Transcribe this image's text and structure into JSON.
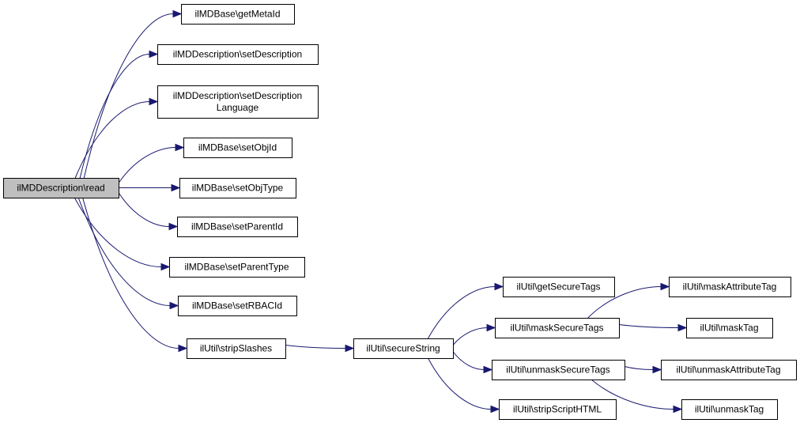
{
  "nodes": {
    "read": "ilMDDescription\\read",
    "getMetaId": "ilMDBase\\getMetaId",
    "setDescription": "ilMDDescription\\setDescription",
    "setDescriptionLanguage": [
      "ilMDDescription\\setDescription",
      "Language"
    ],
    "setObjId": "ilMDBase\\setObjId",
    "setObjType": "ilMDBase\\setObjType",
    "setParentId": "ilMDBase\\setParentId",
    "setParentType": "ilMDBase\\setParentType",
    "setRBACId": "ilMDBase\\setRBACId",
    "stripSlashes": "ilUtil\\stripSlashes",
    "secureString": "ilUtil\\secureString",
    "getSecureTags": "ilUtil\\getSecureTags",
    "maskSecureTags": "ilUtil\\maskSecureTags",
    "unmaskSecureTags": "ilUtil\\unmaskSecureTags",
    "stripScriptHTML": "ilUtil\\stripScriptHTML",
    "maskAttributeTag": "ilUtil\\maskAttributeTag",
    "maskTag": "ilUtil\\maskTag",
    "unmaskAttributeTag": "ilUtil\\unmaskAttributeTag",
    "unmaskTag": "ilUtil\\unmaskTag"
  },
  "edges": [
    [
      "read",
      "getMetaId"
    ],
    [
      "read",
      "setDescription"
    ],
    [
      "read",
      "setDescriptionLanguage"
    ],
    [
      "read",
      "setObjId"
    ],
    [
      "read",
      "setObjType"
    ],
    [
      "read",
      "setParentId"
    ],
    [
      "read",
      "setParentType"
    ],
    [
      "read",
      "setRBACId"
    ],
    [
      "read",
      "stripSlashes"
    ],
    [
      "stripSlashes",
      "secureString"
    ],
    [
      "secureString",
      "getSecureTags"
    ],
    [
      "secureString",
      "maskSecureTags"
    ],
    [
      "secureString",
      "unmaskSecureTags"
    ],
    [
      "secureString",
      "stripScriptHTML"
    ],
    [
      "maskSecureTags",
      "maskAttributeTag"
    ],
    [
      "maskSecureTags",
      "maskTag"
    ],
    [
      "unmaskSecureTags",
      "unmaskAttributeTag"
    ],
    [
      "unmaskSecureTags",
      "unmaskTag"
    ]
  ],
  "colors": {
    "edge": "#191970",
    "root_fill": "#bfbfbf",
    "node_fill": "#ffffff",
    "node_border": "#000000"
  }
}
